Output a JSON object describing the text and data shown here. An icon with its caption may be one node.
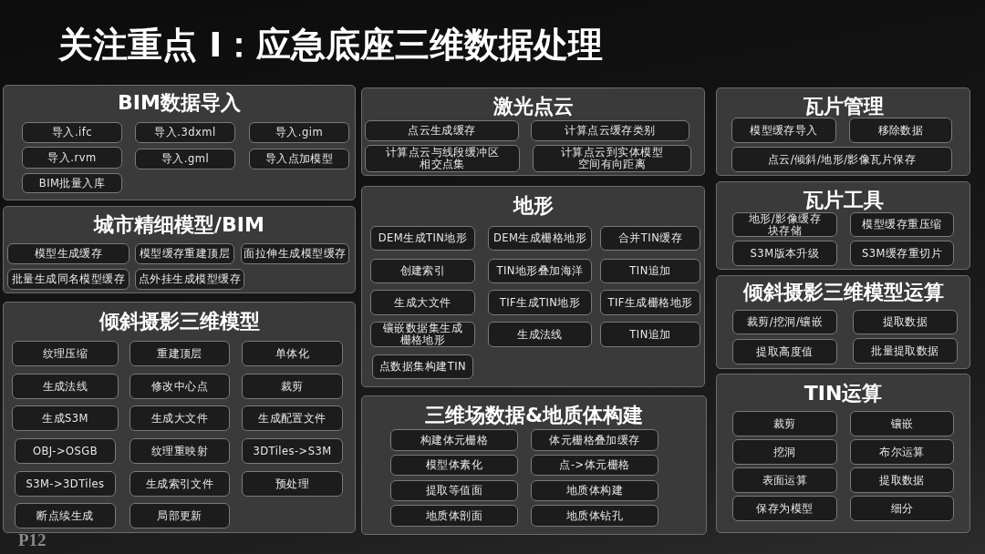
{
  "diagram": {
    "title": "关注重点 I：应急底座三维数据处理",
    "nodes": [
      {
        "text": [
          "BIM数据导入"
        ]
      },
      {
        "text": [
          "导入.ifc"
        ],
        "in": 0
      },
      {
        "text": [
          "导入.3dxml"
        ],
        "in": 0
      },
      {
        "text": [
          "导入.gim"
        ],
        "in": 0
      },
      {
        "text": [
          "导入.rvm"
        ],
        "in": 0
      },
      {
        "text": [
          "导入.gml"
        ],
        "in": 0
      },
      {
        "text": [
          "导入点加模型"
        ],
        "in": 0
      },
      {
        "text": [
          "BIM批量入库"
        ],
        "in": 0
      },
      {
        "text": [
          "城市精细模型/BIM"
        ]
      },
      {
        "text": [
          "模型生成缓存"
        ],
        "in": 8
      },
      {
        "text": [
          "模型缓存重建顶层"
        ],
        "in": 8
      },
      {
        "text": [
          "面拉伸生成模型缓存"
        ],
        "in": 8
      },
      {
        "text": [
          "批量生成同名模型缓存"
        ],
        "in": 8
      },
      {
        "text": [
          "点外挂生成模型缓存"
        ],
        "in": 8
      },
      {
        "text": [
          "倾斜摄影三维模型"
        ]
      },
      {
        "text": [
          "纹理压缩"
        ],
        "in": 14
      },
      {
        "text": [
          "重建顶层"
        ],
        "in": 14
      },
      {
        "text": [
          "单体化"
        ],
        "in": 14
      },
      {
        "text": [
          "生成法线"
        ],
        "in": 14
      },
      {
        "text": [
          "修改中心点"
        ],
        "in": 14
      },
      {
        "text": [
          "裁剪"
        ],
        "in": 14
      },
      {
        "text": [
          "生成S3M"
        ],
        "in": 14
      },
      {
        "text": [
          "生成大文件"
        ],
        "in": 14
      },
      {
        "text": [
          "生成配置文件"
        ],
        "in": 14
      },
      {
        "text": [
          "OBJ->OSGB"
        ],
        "in": 14
      },
      {
        "text": [
          "纹理重映射"
        ],
        "in": 14
      },
      {
        "text": [
          "3DTiles->S3M"
        ],
        "in": 14
      },
      {
        "text": [
          "S3M->3DTiles"
        ],
        "in": 14
      },
      {
        "text": [
          "生成索引文件"
        ],
        "in": 14
      },
      {
        "text": [
          "预处理"
        ],
        "in": 14
      },
      {
        "text": [
          "断点续生成"
        ],
        "in": 14
      },
      {
        "text": [
          "局部更新"
        ],
        "in": 14
      },
      {
        "text": [
          "激光点云"
        ]
      },
      {
        "text": [
          "点云生成缓存"
        ],
        "in": 32
      },
      {
        "text": [
          "计算点云缓存类别"
        ],
        "in": 32
      },
      {
        "text": [
          "计算点云与线段缓冲区相交点集"
        ],
        "in": 32
      },
      {
        "text": [
          "计算点云到实体模型空间有向距离"
        ],
        "in": 32
      },
      {
        "text": [
          "地形"
        ]
      },
      {
        "text": [
          "DEM生成TIN地形"
        ],
        "in": 37
      },
      {
        "text": [
          "DEM生成栅格地形"
        ],
        "in": 37
      },
      {
        "text": [
          "合并TIN缓存"
        ],
        "in": 37
      },
      {
        "text": [
          "创建索引"
        ],
        "in": 37
      },
      {
        "text": [
          "TIN地形叠加海洋"
        ],
        "in": 37
      },
      {
        "text": [
          "TIN追加"
        ],
        "in": 37
      },
      {
        "text": [
          "生成大文件"
        ],
        "in": 37
      },
      {
        "text": [
          "TIF生成TIN地形"
        ],
        "in": 37
      },
      {
        "text": [
          "TIF生成栅格地形"
        ],
        "in": 37
      },
      {
        "text": [
          "镶嵌数据集生成栅格地形"
        ],
        "in": 37
      },
      {
        "text": [
          "生成法线"
        ],
        "in": 37
      },
      {
        "text": [
          "TIN追加"
        ],
        "in": 37
      },
      {
        "text": [
          "点数据集构建TIN"
        ],
        "in": 37
      },
      {
        "text": [
          "三维场数据&地质体构建"
        ]
      },
      {
        "text": [
          "构建体元栅格"
        ],
        "in": 51
      },
      {
        "text": [
          "体元栅格叠加缓存"
        ],
        "in": 51
      },
      {
        "text": [
          "模型体素化"
        ],
        "in": 51
      },
      {
        "text": [
          "点->体元栅格"
        ],
        "in": 51
      },
      {
        "text": [
          "提取等值面"
        ],
        "in": 51
      },
      {
        "text": [
          "地质体构建"
        ],
        "in": 51
      },
      {
        "text": [
          "地质体剖面"
        ],
        "in": 51
      },
      {
        "text": [
          "地质体钻孔"
        ],
        "in": 51
      },
      {
        "text": [
          "瓦片管理"
        ]
      },
      {
        "text": [
          "模型缓存导入"
        ],
        "in": 60
      },
      {
        "text": [
          "移除数据"
        ],
        "in": 60
      },
      {
        "text": [
          "点云/倾斜/地形/影像瓦片保存"
        ],
        "in": 60
      },
      {
        "text": [
          "瓦片工具"
        ]
      },
      {
        "text": [
          "地形/影像缓存块存储"
        ],
        "in": 64
      },
      {
        "text": [
          "模型缓存重压缩"
        ],
        "in": 64
      },
      {
        "text": [
          "S3M版本升级"
        ],
        "in": 64
      },
      {
        "text": [
          "S3M缓存重切片"
        ],
        "in": 64
      },
      {
        "text": [
          "倾斜摄影三维模型运算"
        ]
      },
      {
        "text": [
          "裁剪/挖洞/镶嵌"
        ],
        "in": 69
      },
      {
        "text": [
          "提取数据"
        ],
        "in": 69
      },
      {
        "text": [
          "提取高度值"
        ],
        "in": 69
      },
      {
        "text": [
          "批量提取数据"
        ],
        "in": 69
      },
      {
        "text": [
          "TIN运算"
        ]
      },
      {
        "text": [
          "裁剪"
        ],
        "in": 74
      },
      {
        "text": [
          "镶嵌"
        ],
        "in": 74
      },
      {
        "text": [
          "挖洞"
        ],
        "in": 74
      },
      {
        "text": [
          "布尔运算"
        ],
        "in": 74
      },
      {
        "text": [
          "表面运算"
        ],
        "in": 74
      },
      {
        "text": [
          "提取数据"
        ],
        "in": 74
      },
      {
        "text": [
          "保存为模型"
        ],
        "in": 74
      },
      {
        "text": [
          "细分"
        ],
        "in": 74
      }
    ],
    "labels": [
      "P12"
    ]
  }
}
